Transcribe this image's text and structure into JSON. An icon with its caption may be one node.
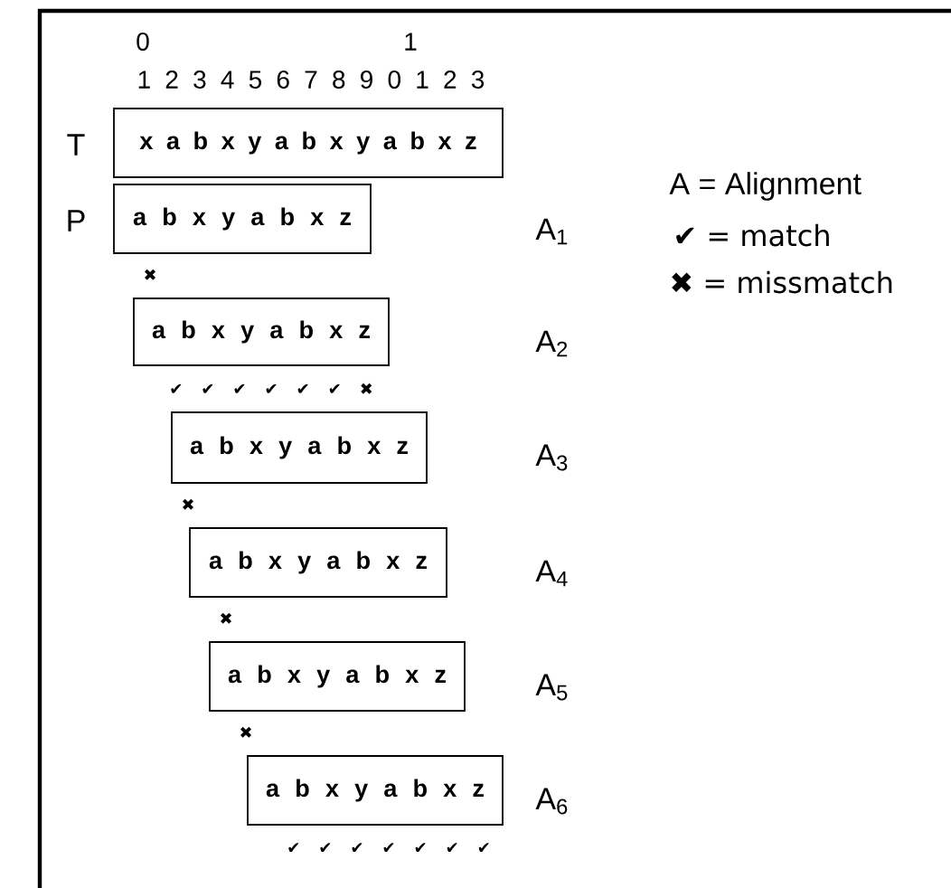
{
  "diagram": {
    "nodes": [
      {
        "text": [
          "x a b x y a b x y a b x z"
        ],
        "beside": [
          "T"
        ]
      },
      {
        "text": [
          "a b x y a b x z"
        ],
        "beside": [
          "P"
        ]
      },
      {
        "text": [
          "a b x y a b x z"
        ]
      },
      {
        "text": [
          "a b x y a b x z"
        ]
      },
      {
        "text": [
          "a b x y a b x z"
        ]
      },
      {
        "text": [
          "a b x y a b x z"
        ]
      },
      {
        "text": [
          "a b x y a b x z"
        ]
      }
    ],
    "edges": [],
    "labels": [
      "0",
      "1",
      "1 2 3 4 5 6 7 8 9 0 1 2 3",
      "A = Alignment",
      "A$_{1}$",
      "✔ = match",
      "✖ = missmatch",
      "✖",
      "A$_{2}$",
      "✔ ✔ ✔ ✔ ✔ ✔ ✖",
      "A$_{3}$",
      "✖",
      "A$_{4}$",
      "✖",
      "A$_{5}$",
      "✖",
      "A$_{6}$",
      "✔ ✔ ✔ ✔ ✔ ✔ ✔"
    ]
  }
}
